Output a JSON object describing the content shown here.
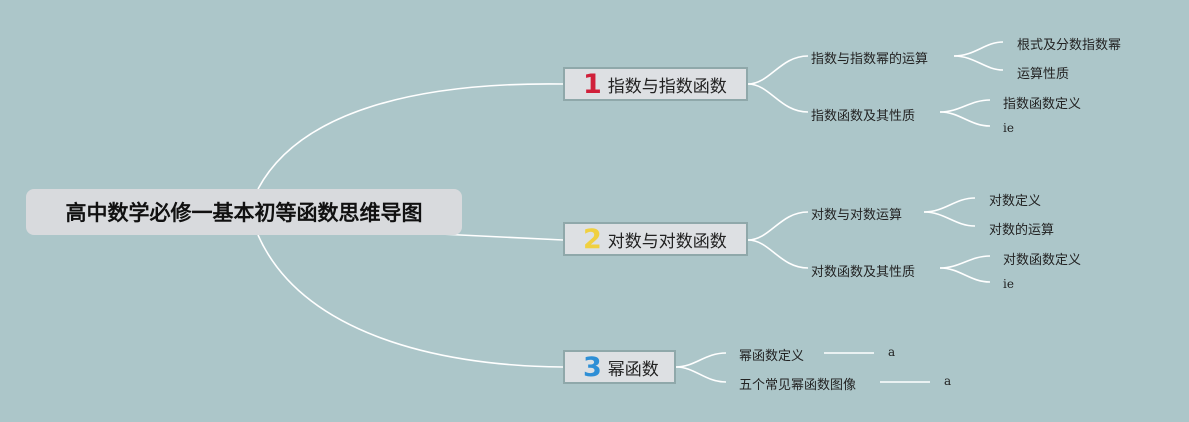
{
  "root": {
    "title": "高中数学必修一基本初等函数思维导图"
  },
  "colors": {
    "background": "#acc6c9",
    "num1": "#d0203a",
    "num2": "#f0d040",
    "num3": "#2e8fd6"
  },
  "branches": [
    {
      "number": "1",
      "title": "指数与指数函数",
      "subs": [
        {
          "label": "指数与指数幂的运算",
          "leaves": [
            "根式及分数指数幂",
            "运算性质"
          ]
        },
        {
          "label": "指数函数及其性质",
          "leaves": [
            "指数函数定义",
            "ie"
          ]
        }
      ]
    },
    {
      "number": "2",
      "title": "对数与对数函数",
      "subs": [
        {
          "label": "对数与对数运算",
          "leaves": [
            "对数定义",
            "对数的运算"
          ]
        },
        {
          "label": "对数函数及其性质",
          "leaves": [
            "对数函数定义",
            "ie"
          ]
        }
      ]
    },
    {
      "number": "3",
      "title": "幂函数",
      "subs": [
        {
          "label": "幂函数定义",
          "leaves": [
            "a"
          ]
        },
        {
          "label": "五个常见幂函数图像",
          "leaves": [
            "a"
          ]
        }
      ]
    }
  ]
}
